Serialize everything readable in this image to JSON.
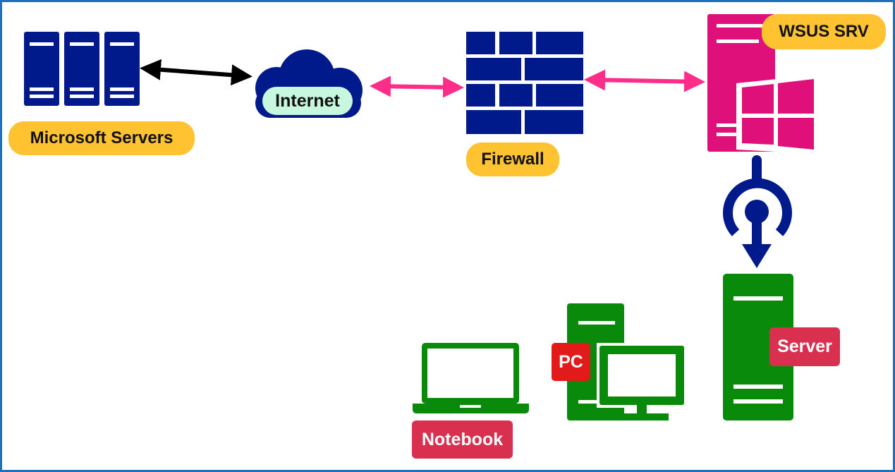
{
  "colors": {
    "border": "#1f6fbf",
    "navy": "#001a8c",
    "magenta": "#e0107a",
    "arrow_black": "#000000",
    "arrow_pink": "#ff2d8a",
    "green": "#0a8a0a",
    "label_yellow": "#ffc230",
    "label_red": "#d9304f",
    "label_pc_red": "#e21a1a",
    "label_cloud": "#c8f7e0"
  },
  "nodes": {
    "microsoft_servers": {
      "label": "Microsoft Servers",
      "icon": "server-rack-icon"
    },
    "internet": {
      "label": "Internet",
      "icon": "cloud-icon"
    },
    "firewall": {
      "label": "Firewall",
      "icon": "firewall-brick-icon"
    },
    "wsus": {
      "label": "WSUS SRV",
      "icon": "windows-server-icon"
    },
    "server": {
      "label": "Server",
      "icon": "tower-server-icon"
    },
    "pc": {
      "label": "PC",
      "icon": "desktop-pc-icon"
    },
    "notebook": {
      "label": "Notebook",
      "icon": "laptop-icon"
    }
  },
  "edges": [
    {
      "from": "microsoft_servers",
      "to": "internet",
      "type": "bidirectional"
    },
    {
      "from": "internet",
      "to": "firewall",
      "type": "bidirectional"
    },
    {
      "from": "firewall",
      "to": "wsus",
      "type": "bidirectional"
    },
    {
      "from": "wsus",
      "to": "server",
      "type": "distribution"
    }
  ]
}
